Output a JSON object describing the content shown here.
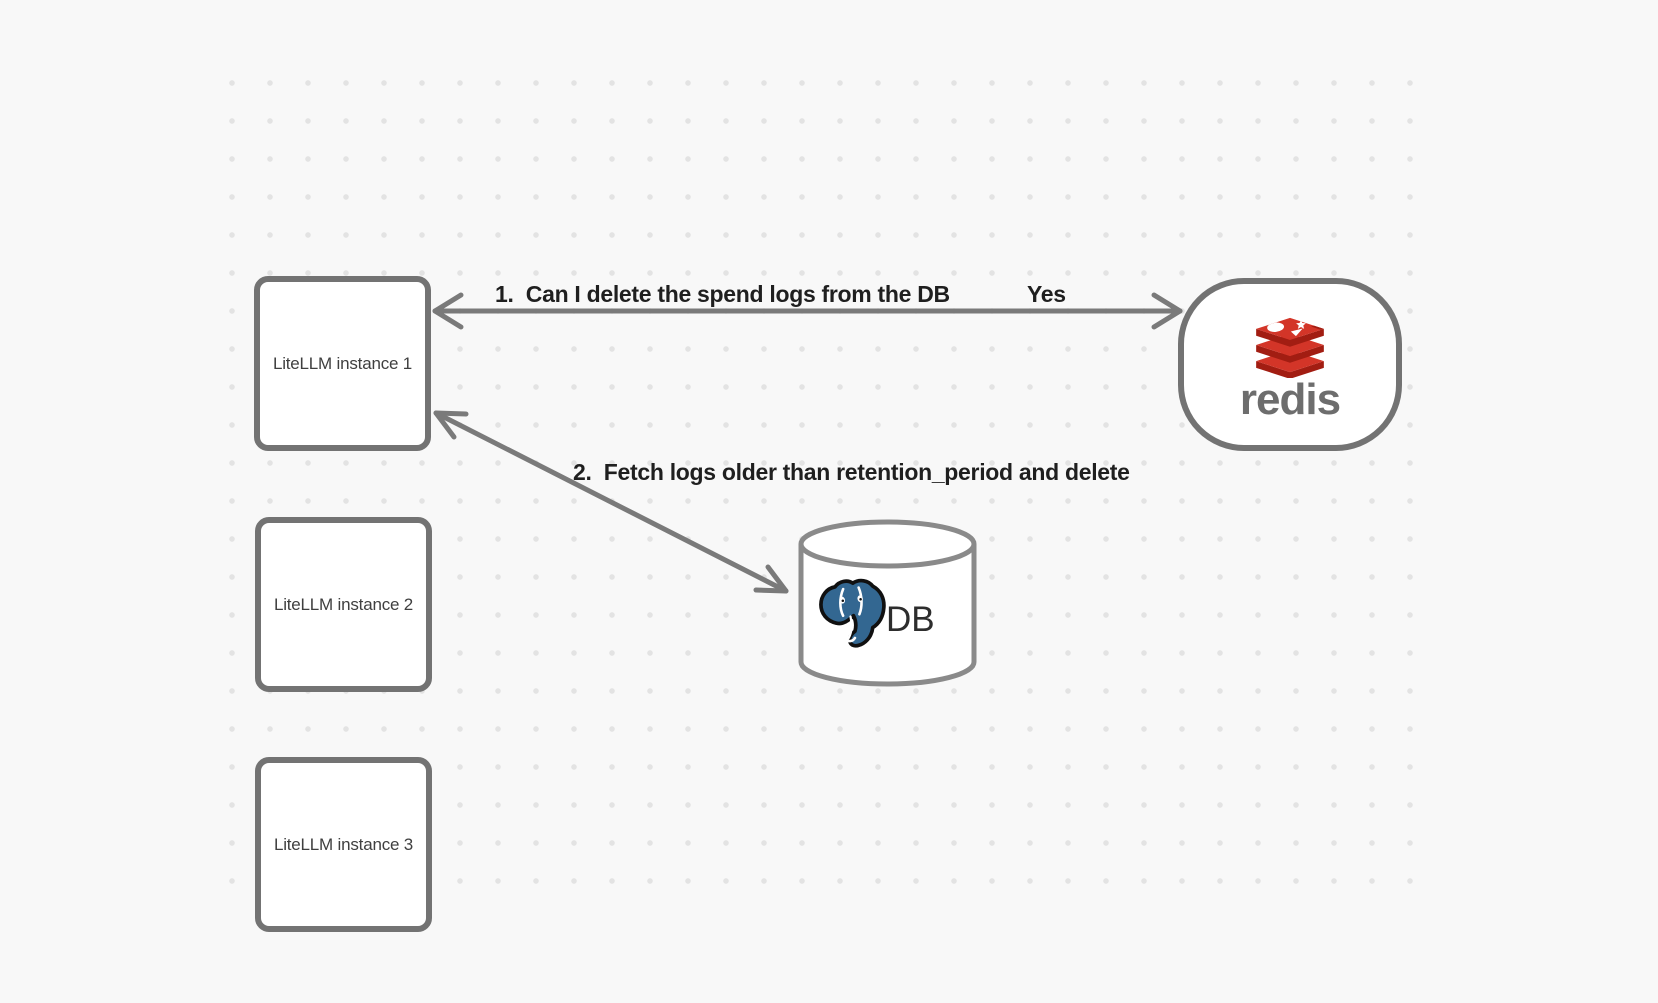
{
  "canvas": {
    "background": "#f8f8f8",
    "dot_color": "#e3e3e3"
  },
  "nodes": {
    "instance1": {
      "label": "LiteLLM instance 1"
    },
    "instance2": {
      "label": "LiteLLM instance 2"
    },
    "instance3": {
      "label": "LiteLLM instance 3"
    },
    "redis": {
      "caption": "redis"
    },
    "db": {
      "caption": "DB"
    }
  },
  "arrows": {
    "delete_question": {
      "label": "1.  Can I delete the spend logs from the DB",
      "answer": "Yes",
      "from": "redis",
      "to": "instance1",
      "style": "double-headed"
    },
    "fetch_delete": {
      "label": "2.  Fetch logs older than retention_period and delete",
      "from": "instance1",
      "to": "db",
      "style": "double-headed"
    }
  },
  "colors": {
    "shape_stroke": "#737373",
    "arrow_stroke": "#7a7a7a",
    "label_text": "#1f1f1f",
    "box_text": "#3f3f3f",
    "redis_red": "#d33528",
    "redis_dark_red": "#a21d12",
    "redis_text": "#6d6d6d",
    "postgres_blue": "#336791",
    "db_text": "#2d2d2d"
  }
}
